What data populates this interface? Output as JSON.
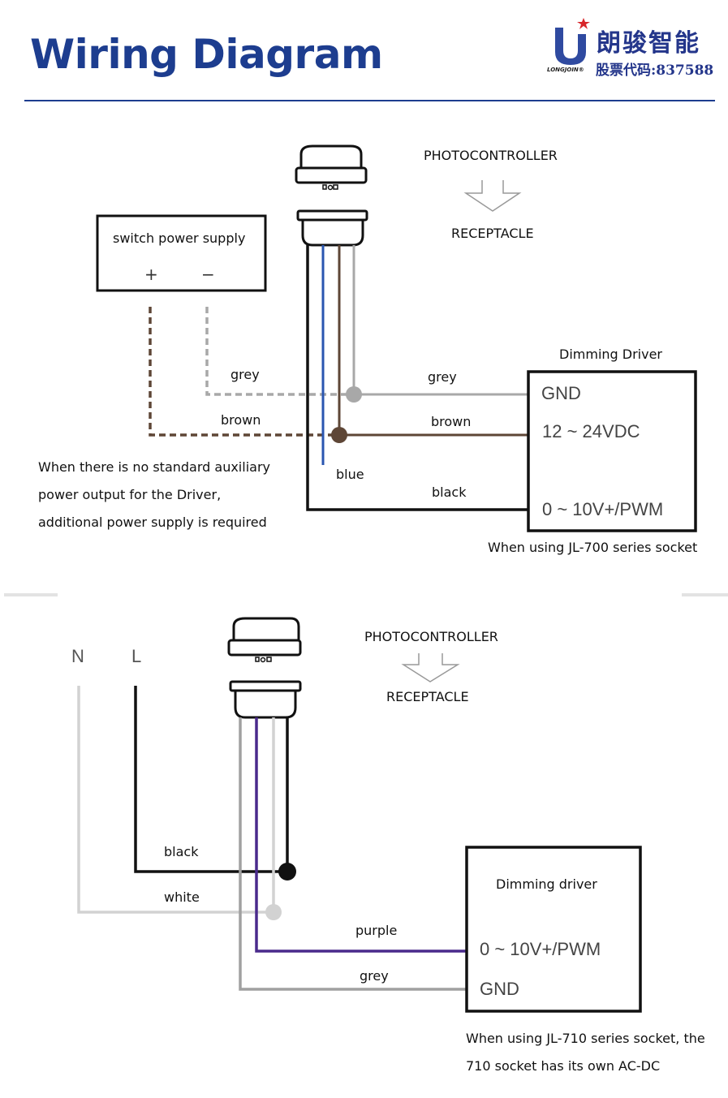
{
  "header": {
    "title": "Wiring Diagram",
    "logo": {
      "company_cn": "朗骏智能",
      "stock_code": "股票代码:837588",
      "brand": "LONGJOIN",
      "brand_mark": "®"
    }
  },
  "colors": {
    "title_blue": "#1d3d8f",
    "wire_black": "#111111",
    "wire_blue": "#2a56b0",
    "wire_brown": "#5e4636",
    "wire_grey": "#a8a8a8",
    "wire_white": "#d2d2d2",
    "wire_purple": "#4a2a8c"
  },
  "diagram1": {
    "device_top": "PHOTOCONTROLLER",
    "device_bottom": "RECEPTACLE",
    "power_supply": {
      "label": "switch power supply",
      "plus": "+",
      "minus": "−"
    },
    "wires": {
      "grey_left": "grey",
      "brown_left": "brown",
      "grey_right": "grey",
      "brown_right": "brown",
      "blue": "blue",
      "black": "black"
    },
    "driver": {
      "title": "Dimming Driver",
      "terminals": [
        "GND",
        "12 ~ 24VDC",
        "0 ~ 10V+/PWM"
      ]
    },
    "note_lines": [
      "When there is no standard auxiliary",
      "power output for the  Driver,",
      "additional power supply is required"
    ],
    "caption": "When using JL-700 series socket"
  },
  "diagram2": {
    "neutral": "N",
    "line": "L",
    "device_top": "PHOTOCONTROLLER",
    "device_bottom": "RECEPTACLE",
    "wires": {
      "black": "black",
      "white": "white",
      "purple": "purple",
      "grey": "grey"
    },
    "driver": {
      "title": "Dimming driver",
      "terminals": [
        "0 ~ 10V+/PWM",
        "GND"
      ]
    },
    "caption_lines": [
      "When using JL-710 series socket, the",
      "710 socket has its own AC-DC"
    ]
  }
}
